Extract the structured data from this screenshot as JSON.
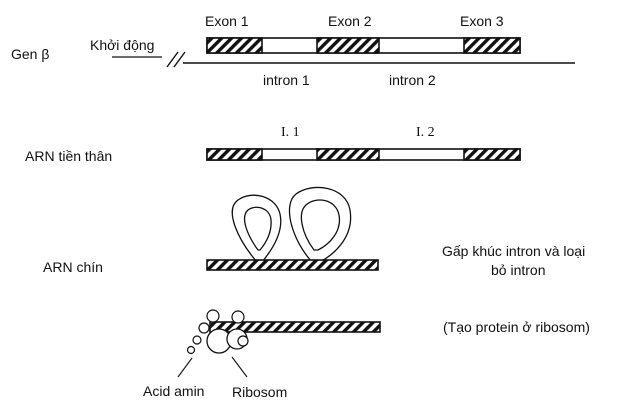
{
  "gene": {
    "label": "Gen β",
    "promoter": "Khởi động",
    "exons": [
      "Exon 1",
      "Exon 2",
      "Exon 3"
    ],
    "introns": [
      "intron 1",
      "intron 2"
    ]
  },
  "pre_rna": {
    "label": "ARN tiền thân",
    "introns": [
      "I. 1",
      "I. 2"
    ]
  },
  "mature_rna": {
    "label": "ARN chín",
    "note_line1": "Gấp khúc intron và loại",
    "note_line2": "bỏ intron"
  },
  "translation": {
    "note": "(Tạo protein ở ribosom)",
    "amino_acid": "Acid amin",
    "ribosome": "Ribosom"
  },
  "colors": {
    "ink": "#111111",
    "background": "#ffffff"
  }
}
